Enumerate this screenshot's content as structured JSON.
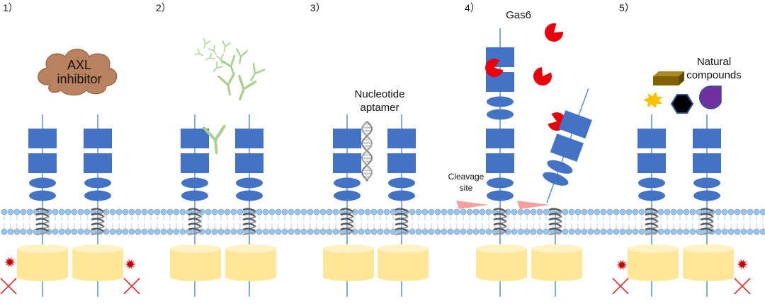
{
  "panels": [
    {
      "number": "1）"
    },
    {
      "number": "2）"
    },
    {
      "number": "3）"
    },
    {
      "number": "4）"
    },
    {
      "number": "5）"
    }
  ],
  "labels": {
    "axl_line1": "AXL",
    "axl_line2": "inhibitor",
    "aptamer_line1": "Nucleotide",
    "aptamer_line2": "aptamer",
    "gas6": "Gas6",
    "cleavage_line1": "Cleavage",
    "cleavage_line2": "site",
    "natural_line1": "Natural",
    "natural_line2": "compounds"
  },
  "colors": {
    "receptor_blue": "#4472c4",
    "kinase_yellow": "#ffe699",
    "membrane_blue": "#9dc3e6",
    "gas6_red": "#e8000b",
    "antibody_green": "#a9d18e",
    "inhibitor_brown": "#b9825f",
    "cleavage_pink": "#f4a0a0",
    "block_red": "#e03030"
  },
  "icons": [
    "cloud-icon",
    "antibody-icon",
    "aptamer-helix-icon",
    "gas6-pacman-icon",
    "cleavage-wedge-icon",
    "cross-icon",
    "starburst-icon",
    "hexagon-icon",
    "drop-icon",
    "box-icon"
  ]
}
